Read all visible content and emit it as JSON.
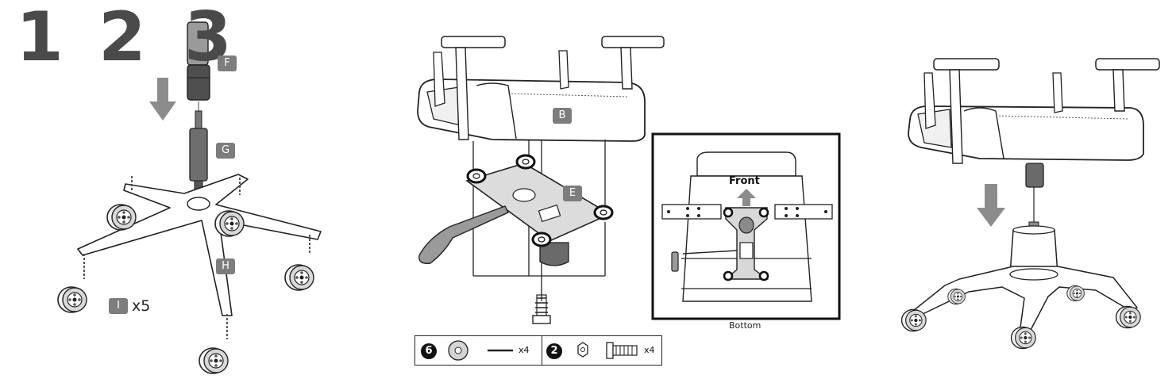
{
  "steps": [
    "1",
    "2",
    "3"
  ],
  "part_labels": {
    "F": "F",
    "G": "G",
    "H": "H",
    "I": "I",
    "B": "B",
    "E": "E"
  },
  "caster_quantity": "x5",
  "inset": {
    "front_label": "Front",
    "caption": "Bottom"
  },
  "hardware": {
    "washer_badge": "6",
    "washer_count": "x4",
    "bolt_badge": "2",
    "bolt_count": "x4"
  },
  "colors": {
    "tag_fill": "#7d7d7d",
    "arrow_fill": "#8c8c8c",
    "step_number": "#4a4a4a",
    "line": "#222222"
  }
}
